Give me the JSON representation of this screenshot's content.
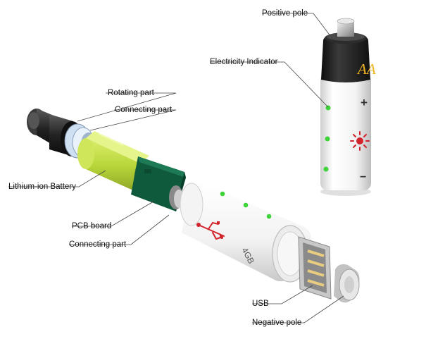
{
  "labels": {
    "positive_pole": "Positive pole",
    "electricity_indicator": "Electricity Indicator",
    "rotating_part": "Rotating part",
    "connecting_part_top": "Connecting part",
    "lithium_battery": "Lithium-ion Battery",
    "pcb_board": "PCB board",
    "connecting_part_bottom": "Connecting part",
    "usb": "USB",
    "negative_pole": "Negative pole"
  },
  "battery_markings": {
    "brand": "AA",
    "plus": "+",
    "minus": "−",
    "capacity": "4GB"
  },
  "colors": {
    "indicator_led": "#3fd23a",
    "battery_cell": "#b7d639",
    "pcb": "#0f5a3c",
    "cap_black": "#1e1e1e",
    "usb_symbol": "#d2232a",
    "brand_mark": "#f0b323",
    "sun_icon": "#d2232a"
  },
  "icons": [
    "usb-icon",
    "sun-icon"
  ]
}
